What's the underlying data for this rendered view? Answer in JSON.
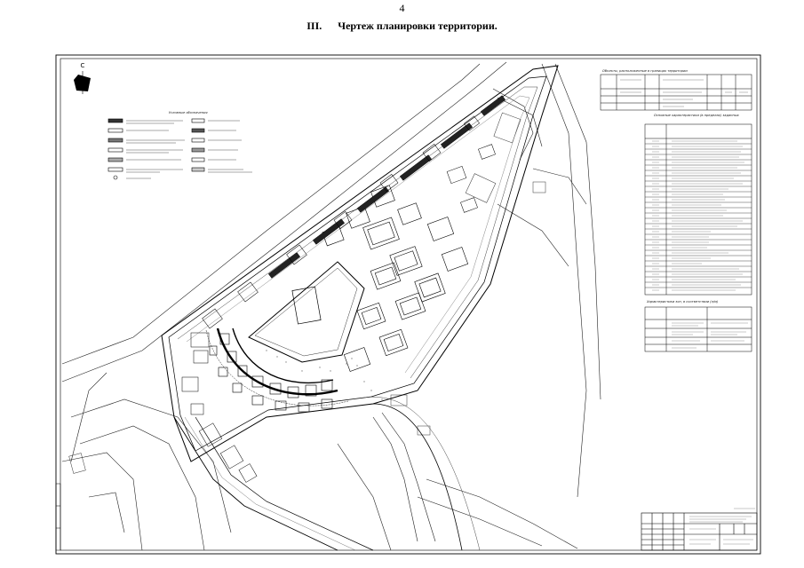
{
  "document": {
    "page_number": "4",
    "section_number": "III.",
    "section_title": "Чертеж планировки территории."
  },
  "drawing": {
    "north_label": "С"
  },
  "legend": {
    "title": "Условные обозначения"
  },
  "tables": {
    "objects_title": "Объекты, расположенные в границах территории",
    "structures_title": "Основные характеристики (в пределах) заданных",
    "zones_title": "Характеристики зон, в соответствии (л/м)"
  }
}
